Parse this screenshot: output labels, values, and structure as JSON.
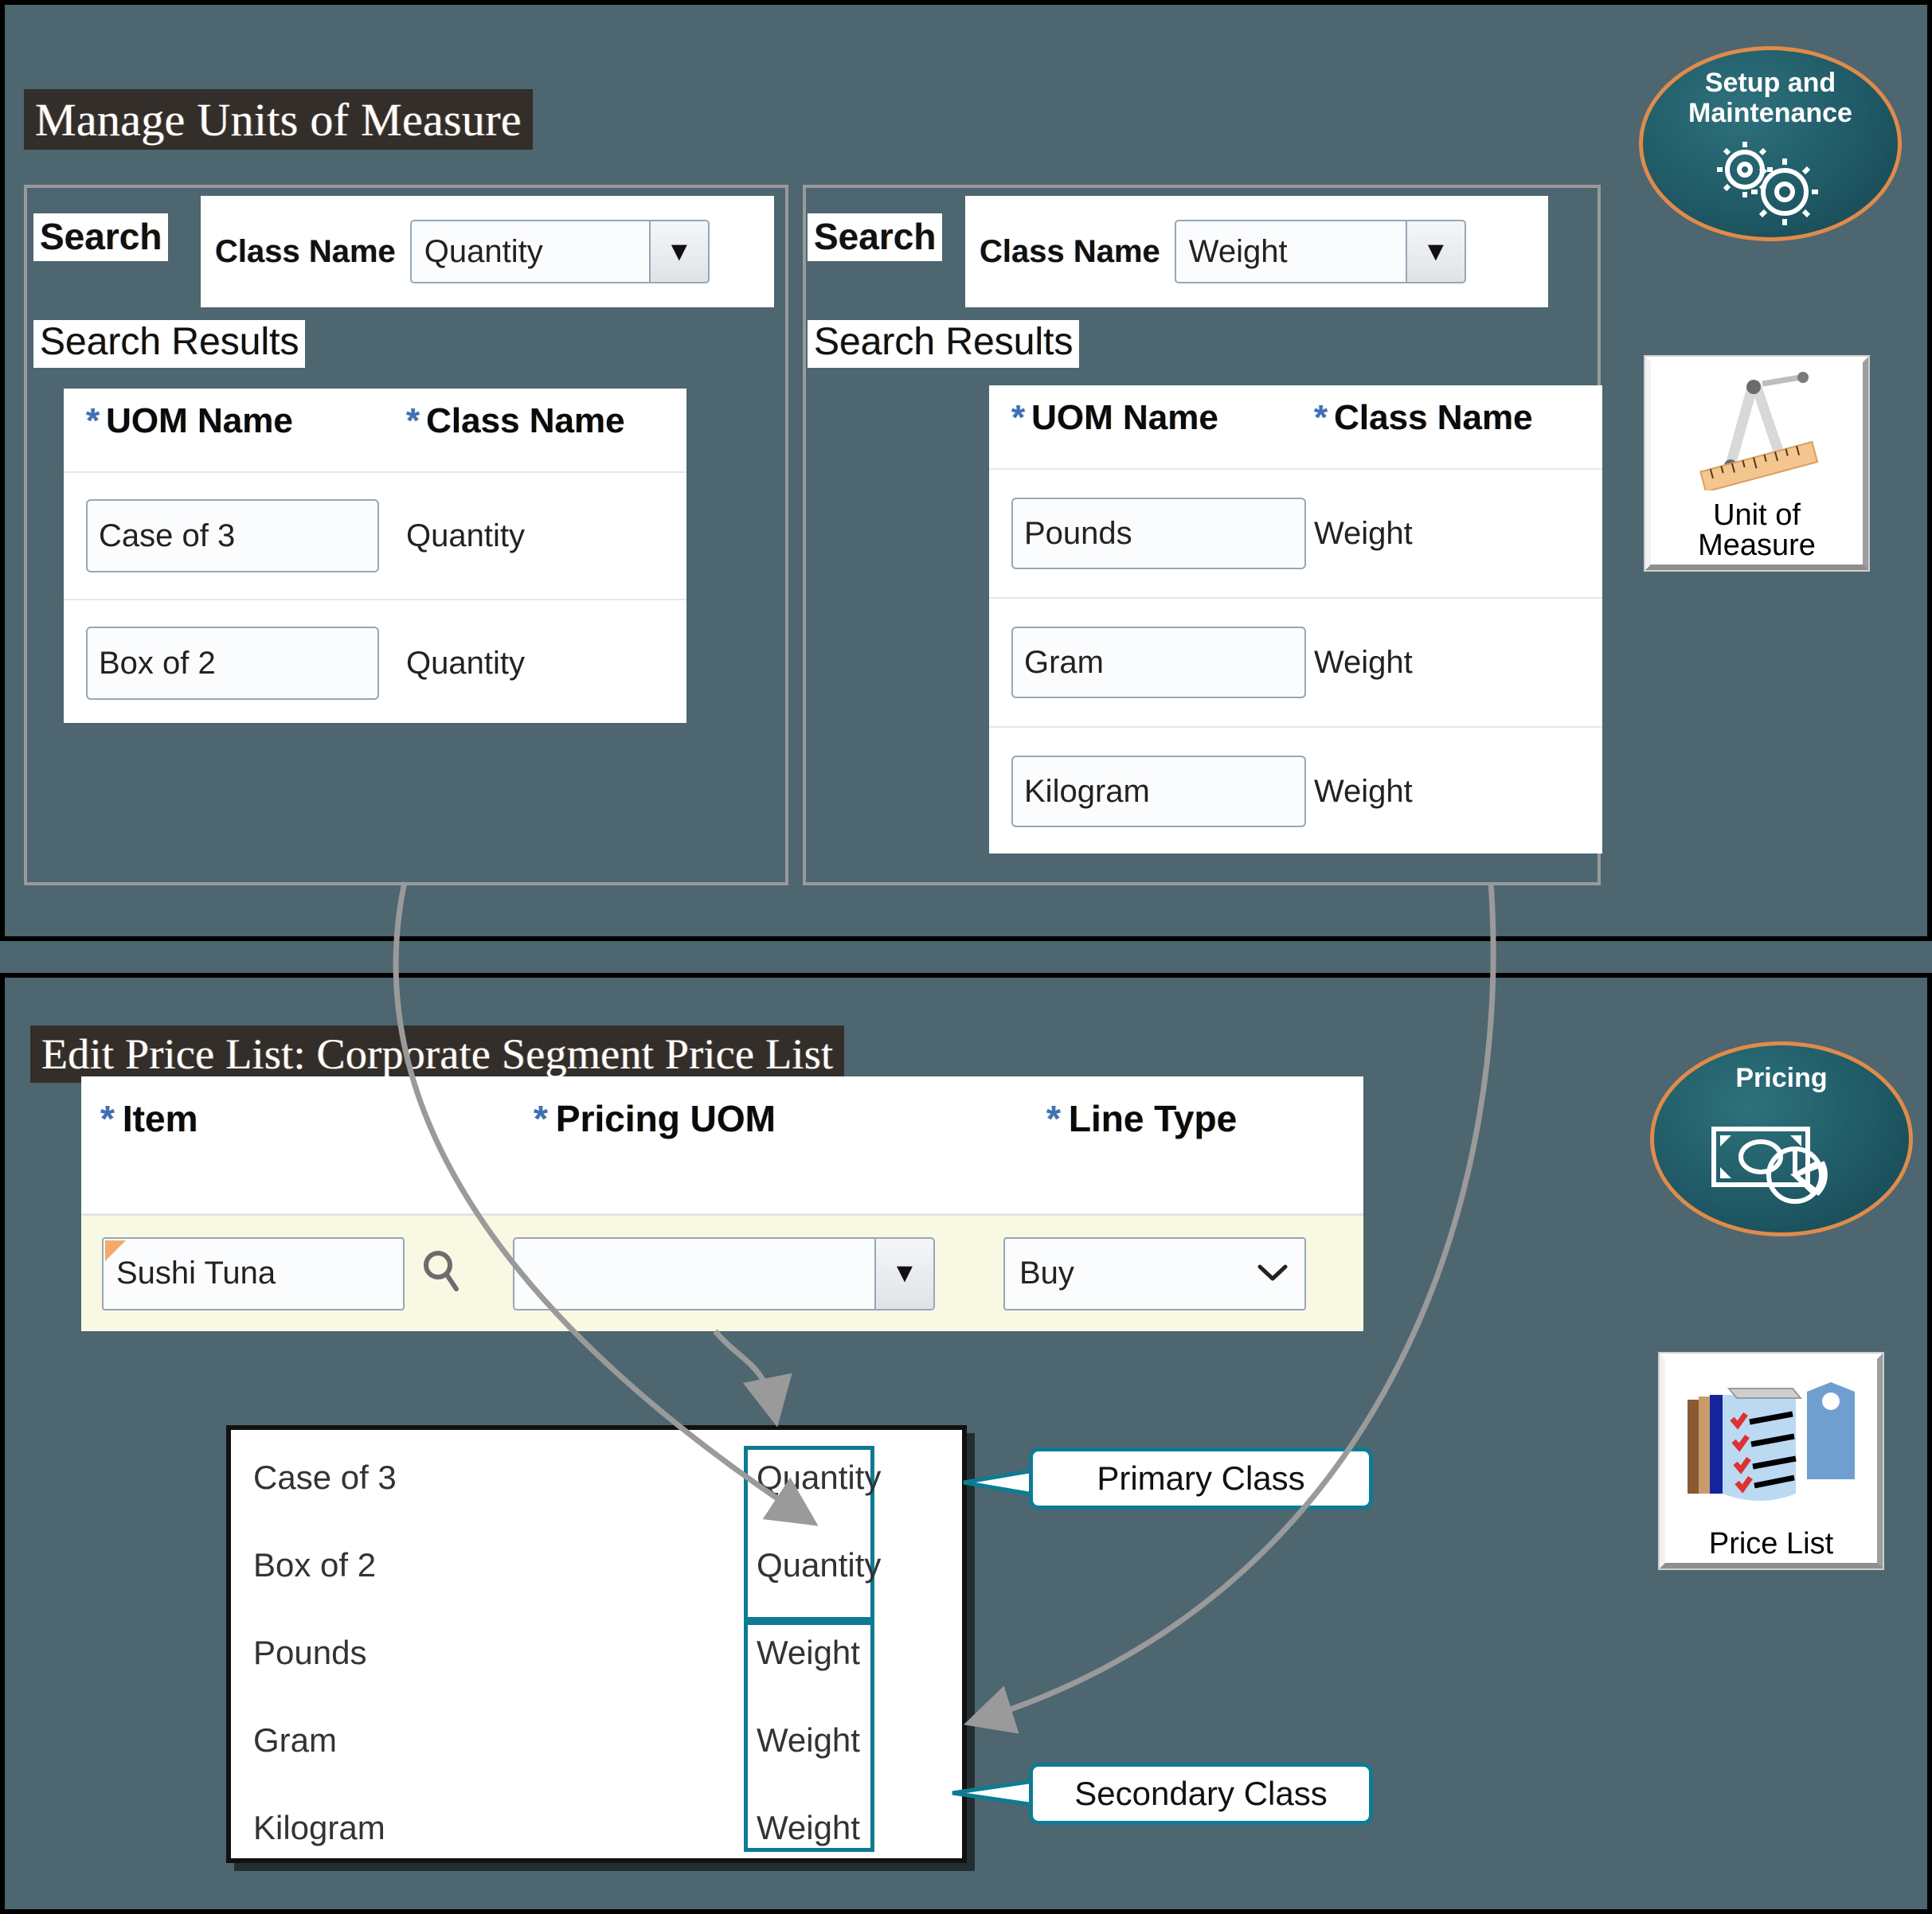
{
  "background_color": "#4d6670",
  "accent_teal": "#0d7b93",
  "accent_orange": "#e08b4a",
  "top_section": {
    "title": "Manage Units of Measure",
    "panels": [
      {
        "search_label": "Search",
        "class_name_label": "Class Name",
        "class_name_value": "Quantity",
        "dropdown_icon": "chevron-down-icon",
        "search_results_label": "Search Results",
        "table": {
          "columns": [
            "UOM Name",
            "Class Name"
          ],
          "required_marker": "*",
          "rows": [
            {
              "uom_name": "Case of 3",
              "class_name": "Quantity"
            },
            {
              "uom_name": "Box of 2",
              "class_name": "Quantity"
            }
          ]
        }
      },
      {
        "search_label": "Search",
        "class_name_label": "Class Name",
        "class_name_value": "Weight",
        "dropdown_icon": "chevron-down-icon",
        "search_results_label": "Search Results",
        "table": {
          "columns": [
            "UOM Name",
            "Class Name"
          ],
          "required_marker": "*",
          "rows": [
            {
              "uom_name": "Pounds",
              "class_name": "Weight"
            },
            {
              "uom_name": "Gram",
              "class_name": "Weight"
            },
            {
              "uom_name": "Kilogram",
              "class_name": "Weight"
            }
          ]
        }
      }
    ]
  },
  "bottom_section": {
    "title": "Edit Price List: Corporate Segment Price List",
    "form": {
      "columns": [
        "Item",
        "Pricing UOM",
        "Line Type"
      ],
      "required_marker": "*",
      "item_value": "Sushi Tuna",
      "item_search_icon": "magnifier-icon",
      "pricing_uom_value": "",
      "pricing_uom_icon": "chevron-down-icon",
      "line_type_value": "Buy",
      "line_type_icon": "chevron-down-icon"
    },
    "uom_list": {
      "names": [
        "Case of 3",
        "Box of 2",
        "Pounds",
        "Gram",
        "Kilogram"
      ],
      "classes": [
        "Quantity",
        "Quantity",
        "Weight",
        "Weight",
        "Weight"
      ]
    },
    "callouts": [
      {
        "label": "Primary Class"
      },
      {
        "label": "Secondary Class"
      }
    ]
  },
  "right_rail": {
    "setup_oval": {
      "line1": "Setup and",
      "line2": "Maintenance",
      "icon": "gears-icon"
    },
    "uom_tile": {
      "line1": "Unit of",
      "line2": "Measure",
      "icon": "compass-ruler-icon"
    },
    "pricing_oval": {
      "line1": "Pricing",
      "line2": "",
      "icon": "money-piechart-icon"
    },
    "pricelist_tile": {
      "line1": "Price List",
      "line2": "",
      "icon": "clipboard-tag-icon"
    }
  }
}
